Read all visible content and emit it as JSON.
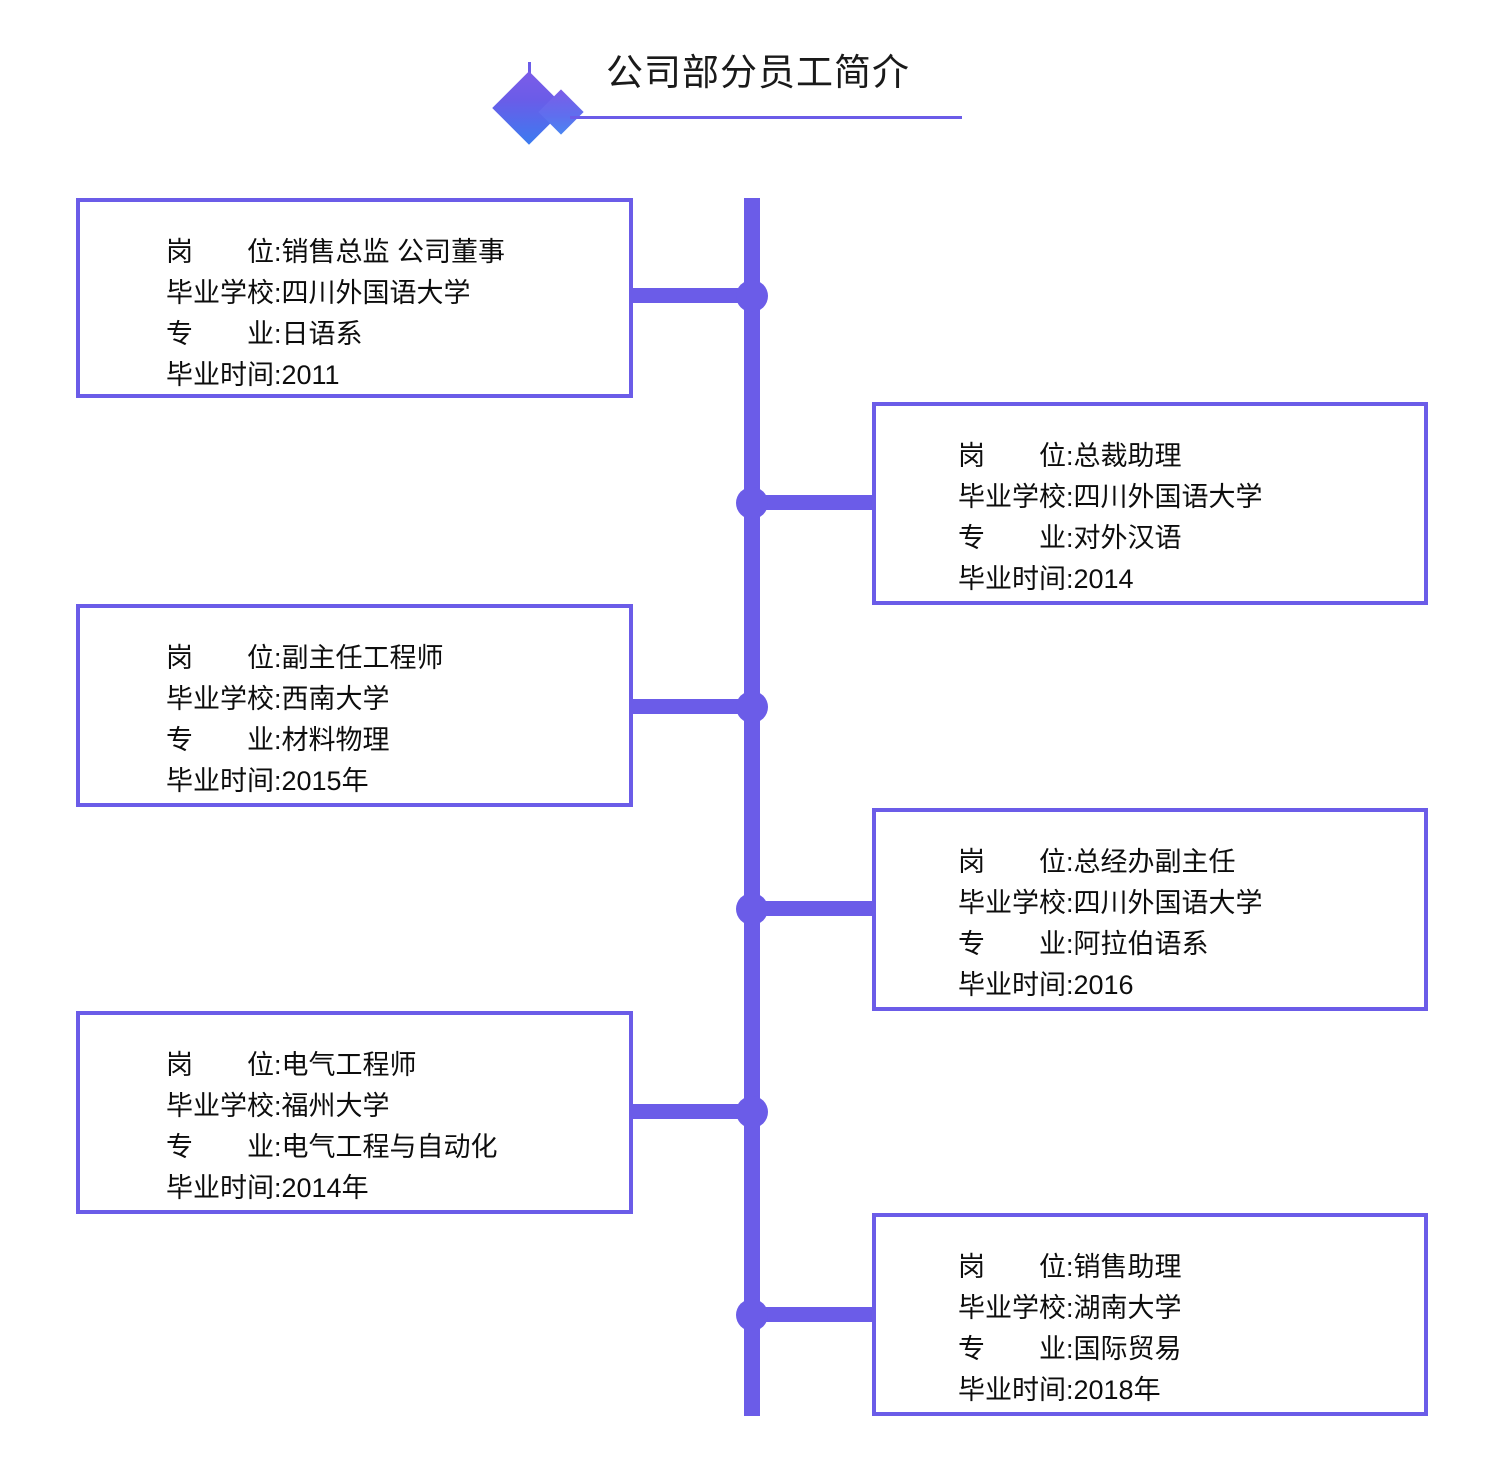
{
  "page": {
    "title": "公司部分员工简介",
    "accent_color": "#6B5CE8",
    "diamond_gradient_from": "#7C5CE8",
    "diamond_gradient_to": "#3B7BF0",
    "background": "#ffffff",
    "text_color": "#0d0d0d"
  },
  "decor": {
    "stem_icon": "vertical-line-icon",
    "big_diamond_icon": "diamond-icon",
    "small_diamond_icon": "diamond-icon",
    "rule_icon": "horizontal-rule-icon"
  },
  "labels": {
    "position": "岗　　位:",
    "school": "毕业学校:",
    "major": "专　　业:",
    "graduation": "毕业时间:"
  },
  "entries": [
    {
      "side": "left",
      "position_line": "岗　　位:销售总监 公司董事",
      "school_line": "毕业学校:四川外国语大学",
      "major_line": "专　　业:日语系",
      "graduation_line": "毕业时间:2011",
      "position": "销售总监 公司董事",
      "school": "四川外国语大学",
      "major": "日语系",
      "graduation": "2011"
    },
    {
      "side": "right",
      "position_line": "岗　　位:总裁助理",
      "school_line": "毕业学校:四川外国语大学",
      "major_line": "专　　业:对外汉语",
      "graduation_line": "毕业时间:2014",
      "position": "总裁助理",
      "school": "四川外国语大学",
      "major": "对外汉语",
      "graduation": "2014"
    },
    {
      "side": "left",
      "position_line": "岗　　位:副主任工程师",
      "school_line": "毕业学校:西南大学",
      "major_line": "专　　业:材料物理",
      "graduation_line": "毕业时间:2015年",
      "position": "副主任工程师",
      "school": "西南大学",
      "major": "材料物理",
      "graduation": "2015年"
    },
    {
      "side": "right",
      "position_line": "岗　　位:总经办副主任",
      "school_line": "毕业学校:四川外国语大学",
      "major_line": "专　　业:阿拉伯语系",
      "graduation_line": "毕业时间:2016",
      "position": "总经办副主任",
      "school": "四川外国语大学",
      "major": "阿拉伯语系",
      "graduation": "2016"
    },
    {
      "side": "left",
      "position_line": "岗　　位:电气工程师",
      "school_line": "毕业学校:福州大学",
      "major_line": "专　　业:电气工程与自动化",
      "graduation_line": "毕业时间:2014年",
      "position": "电气工程师",
      "school": "福州大学",
      "major": "电气工程与自动化",
      "graduation": "2014年"
    },
    {
      "side": "right",
      "position_line": "岗　　位:销售助理",
      "school_line": "毕业学校:湖南大学",
      "major_line": "专　　业:国际贸易",
      "graduation_line": "毕业时间:2018年",
      "position": "销售助理",
      "school": "湖南大学",
      "major": "国际贸易",
      "graduation": "2018年"
    }
  ]
}
